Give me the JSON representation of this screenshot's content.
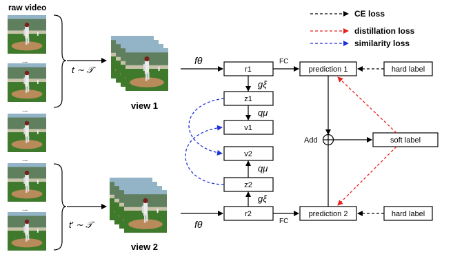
{
  "diagram": {
    "raw_video_label": "raw video",
    "frame_ellipsis": "...",
    "t_formula": "t ∼ 𝒯",
    "t_prime_formula": "t′ ∼ 𝒯",
    "view1_label": "view 1",
    "view2_label": "view 2",
    "f_theta": "fθ",
    "g_xi": "gξ",
    "q_mu": "qμ",
    "fc_label": "FC",
    "add_label": "Add",
    "r1": "r1",
    "r2": "r2",
    "z1": "z1",
    "z2": "z2",
    "v1": "v1",
    "v2": "v2",
    "prediction1": "prediction 1",
    "prediction2": "prediction 2",
    "hard_label": "hard label",
    "soft_label": "soft label",
    "legend": {
      "ce": "CE loss",
      "distill": "distillation loss",
      "similarity": "similarity loss"
    },
    "colors": {
      "ce": "#000000",
      "distill": "#e8211c",
      "similarity": "#1d2fd6",
      "sky": "#93b3c6",
      "grass": "#3f7a2c",
      "dirt": "#b98a5a"
    }
  }
}
